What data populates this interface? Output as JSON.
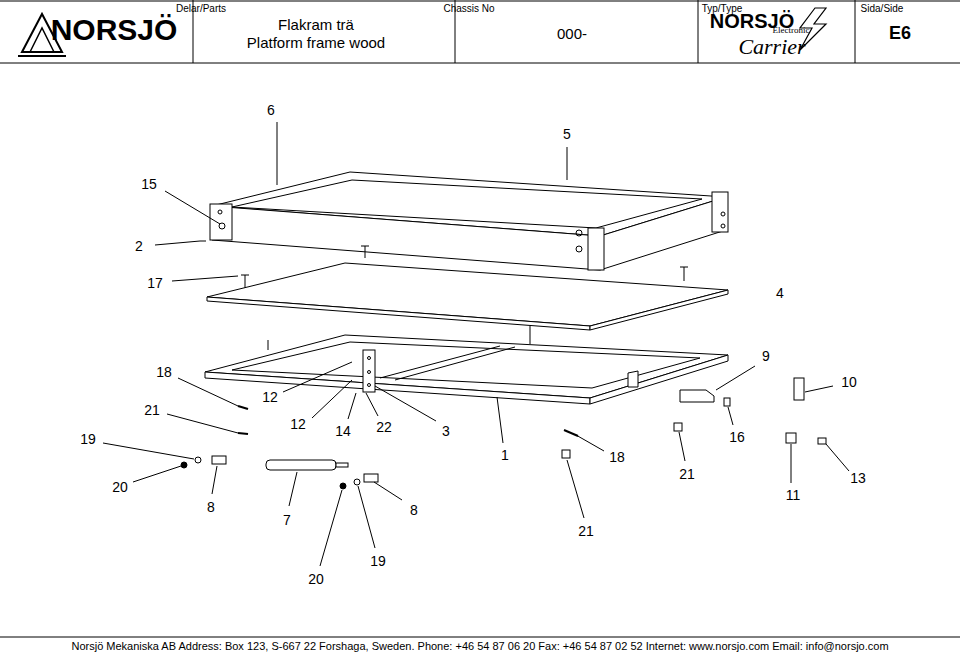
{
  "diagram": {
    "labels": [
      "NORSJÖ",
      "Delar/Parts",
      "Flakram trä",
      "Platform frame wood",
      "Chassis No",
      "000-",
      "Typ/Type",
      "NORSJÖ",
      "Electronic",
      "Carrier",
      "Sida/Side",
      "E6",
      "6",
      "5",
      "15",
      "2",
      "17",
      "4",
      "18",
      "9",
      "10",
      "21",
      "12",
      "12",
      "19",
      "14",
      "22",
      "3",
      "1",
      "16",
      "18",
      "20",
      "21",
      "13",
      "8",
      "7",
      "8",
      "11",
      "21",
      "19",
      "20",
      "Norsjö Mekaniska AB   Address: Box 123,  S-667 22 Forshaga,  Sweden.   Phone: +46 54 87 06 20   Fax: +46 54 87 02 52   Internet: www.norsjo.com  Email: info@norsjo.com"
    ]
  }
}
